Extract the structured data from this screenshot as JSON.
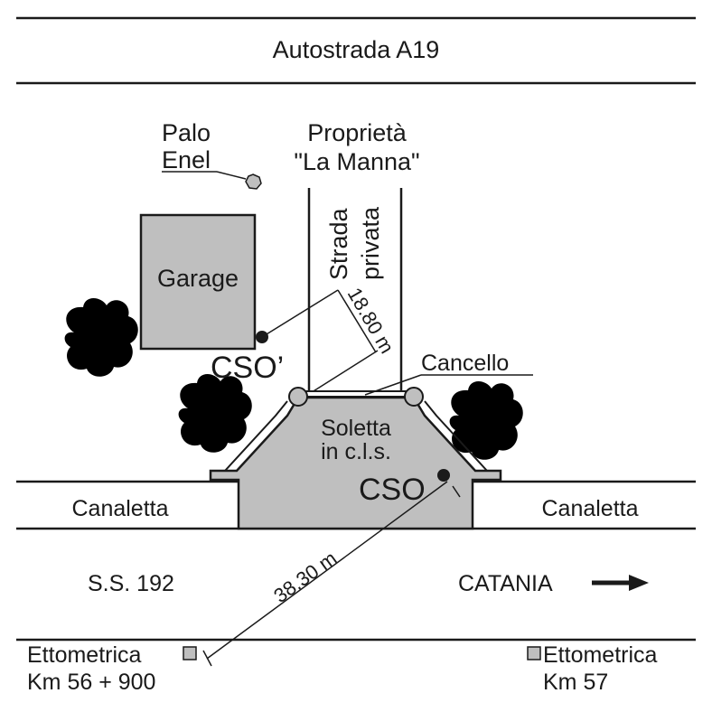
{
  "highway": {
    "label": "Autostrada A19"
  },
  "pole": {
    "line1": "Palo",
    "line2": "Enel"
  },
  "property": {
    "line1": "Proprietà",
    "line2": "\"La Manna\""
  },
  "private_road": {
    "line1": "Strada",
    "line2": "privata"
  },
  "garage": {
    "label": "Garage"
  },
  "cso_prime": {
    "label": "CSO’"
  },
  "cso": {
    "label": "CSO"
  },
  "gate": {
    "label": "Cancello"
  },
  "slab": {
    "line1": "Soletta",
    "line2": "in c.l.s."
  },
  "ditch_left": {
    "label": "Canaletta"
  },
  "ditch_right": {
    "label": "Canaletta"
  },
  "state_road": {
    "label": "S.S. 192"
  },
  "direction": {
    "label": "CATANIA"
  },
  "distance_cso_prime": {
    "label": "18.80 m",
    "value_m": 18.8
  },
  "distance_cso": {
    "label": "38.30 m",
    "value_m": 38.3
  },
  "marker_left": {
    "line1": "Ettometrica",
    "line2": "Km 56 + 900"
  },
  "marker_right": {
    "line1": "Ettometrica",
    "line2": "Km 57"
  },
  "colors": {
    "structure_gray": "#bfbfbf",
    "vegetation_green": "#2e9a36",
    "ink": "#1a1a1a"
  },
  "icons": {
    "pole": "pole-icon",
    "point": "point-marker-icon",
    "arrow": "arrow-right-icon",
    "tree": "tree-icon",
    "marker": "marker-square-icon"
  }
}
